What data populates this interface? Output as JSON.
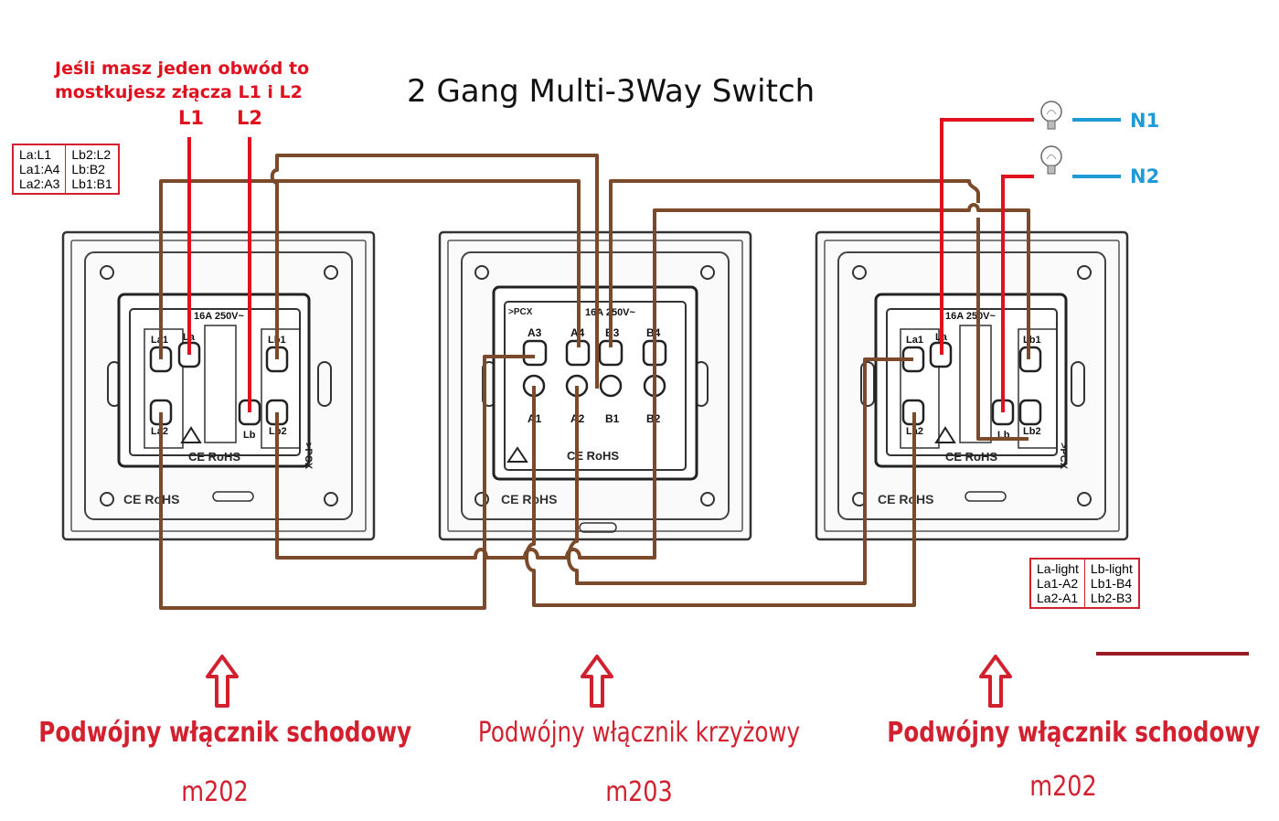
{
  "title": "2 Gang Multi-3Way Switch",
  "note": {
    "line1": "Jeśli masz jeden obwód to",
    "line2": "mostkujesz złącza L1 i L2"
  },
  "inputs": {
    "l1": "L1",
    "l2": "L2"
  },
  "neutrals": {
    "n1": "N1",
    "n2": "N2"
  },
  "left_map": {
    "col1": [
      "La:L1",
      "La1:A4",
      "La2:A3"
    ],
    "col2": [
      "Lb2:L2",
      "Lb:B2",
      "Lb1:B1"
    ]
  },
  "right_map": {
    "col1": [
      "La-light",
      "La1-A2",
      "La2-A1"
    ],
    "col2": [
      "Lb-light",
      "Lb1-B4",
      "Lb2-B3"
    ]
  },
  "switches": [
    {
      "name": "Podwójny włącznik schodowy",
      "model": "m202"
    },
    {
      "name": "Podwójny włącznik krzyżowy",
      "model": "m203"
    },
    {
      "name": "Podwójny włącznik schodowy",
      "model": "m202"
    }
  ],
  "m202_labels": {
    "rating": "16A 250V~",
    "la1": "La1",
    "la": "La",
    "lb1": "Lb1",
    "la2": "La2",
    "lb": "Lb",
    "lb2": "Lb2",
    "marks": "CE RoHS",
    "brand": ">PCX"
  },
  "m203_labels": {
    "rating": "16A 250V~",
    "a3": "A3",
    "a4": "A4",
    "b3": "B3",
    "b4": "B4",
    "a1": "A1",
    "a2": "A2",
    "b1": "B1",
    "b2": "B2",
    "marks": "CE RoHS",
    "brand": ">PCX"
  },
  "plate_marks": "CE RoHS",
  "colors": {
    "wire_brown": "#7a4a2a",
    "wire_red": "#e0101e",
    "wire_blue": "#1e9bd6",
    "accent_red": "#d2202f"
  },
  "icons": [
    "bulb-icon",
    "arrow-up-icon",
    "recycle-icon"
  ]
}
